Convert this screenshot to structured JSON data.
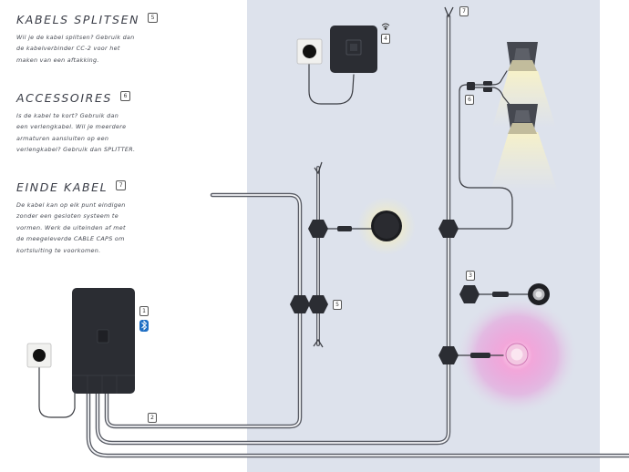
{
  "sections": [
    {
      "title": "KABELS SPLITSEN",
      "badge": "5",
      "body_lines": [
        "Wil je de kabel splitsen? Gebruik dan",
        "de kabelverbinder CC-2 voor het",
        "maken van een aftakking."
      ]
    },
    {
      "title": "ACCESSOIRES",
      "badge": "6",
      "body_lines": [
        "Is de kabel te kort? Gebruik dan",
        "een verlengkabel. Wil je meerdere",
        "armaturen aansluiten op een",
        "verlengkabel? Gebruik dan SPLITTER."
      ]
    },
    {
      "title": "EINDE KABEL",
      "badge": "7",
      "body_lines": [
        "De kabel kan op elk punt eindigen",
        "zonder een gesloten systeem te",
        "vormen. Werk de uiteinden af met",
        "de meegeleverde CABLE CAPS om",
        "kortsluiting te voorkomen."
      ]
    }
  ],
  "callouts": {
    "controller": "1",
    "cable": "2",
    "spot": "3",
    "wifi_hub": "4",
    "splitter": "5",
    "accessory": "6",
    "cable_end": "7"
  },
  "icons": {
    "controller_bluetooth": "bluetooth-icon",
    "hub_wifi": "wifi-icon"
  },
  "colors": {
    "panel": "#dde2ec",
    "cable": "#5a5d66",
    "device": "#2b2d33",
    "bluetooth": "#1f6fc4",
    "warm_light": "#f6ecbc",
    "pink_glow": "#f06cc8"
  }
}
